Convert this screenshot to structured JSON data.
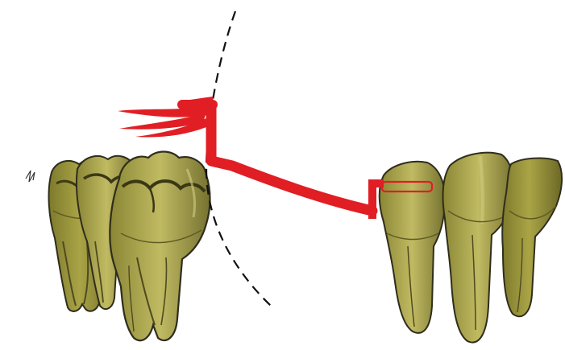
{
  "figure": {
    "colors": {
      "background": "#ffffff",
      "tooth_fill": "#9a9437",
      "tooth_dark": "#4f4a20",
      "tooth_light": "#c9c47a",
      "outline": "#2f2d1c",
      "appliance": "#e01e24",
      "dashed_line": "#111111"
    },
    "elements": [
      "molar-group-left",
      "premolar-group-right",
      "dashed-reference-arc",
      "red-hook-spring-appliance",
      "red-arrow-heads"
    ]
  }
}
